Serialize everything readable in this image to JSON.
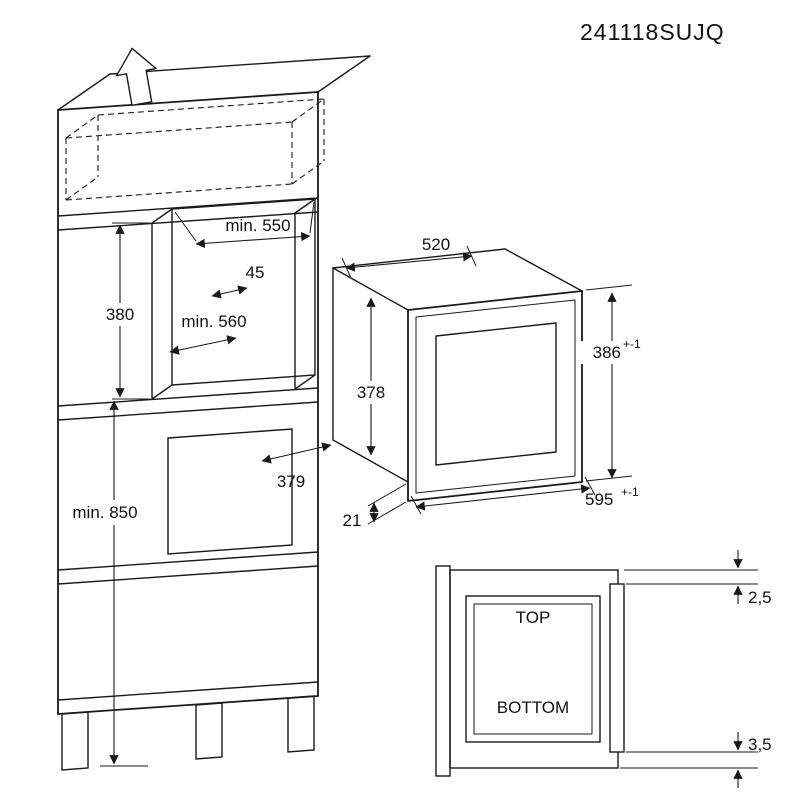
{
  "header": {
    "product_code": "241118SUJQ"
  },
  "cabinet": {
    "dim_min_550": "min. 550",
    "dim_45": "45",
    "dim_380": "380",
    "dim_min_560": "min. 560",
    "dim_379": "379",
    "dim_min_850": "min. 850"
  },
  "microwave": {
    "dim_520": "520",
    "dim_378": "378",
    "dim_386": "386",
    "dim_386_tol": "+-1",
    "dim_595": "595",
    "dim_595_tol": "+-1",
    "dim_21": "21"
  },
  "detail": {
    "label_top": "TOP",
    "label_bottom": "BOTTOM",
    "dim_2_5": "2,5",
    "dim_3_5": "3,5"
  },
  "colors": {
    "line": "#1a1a1a",
    "background": "#ffffff"
  }
}
